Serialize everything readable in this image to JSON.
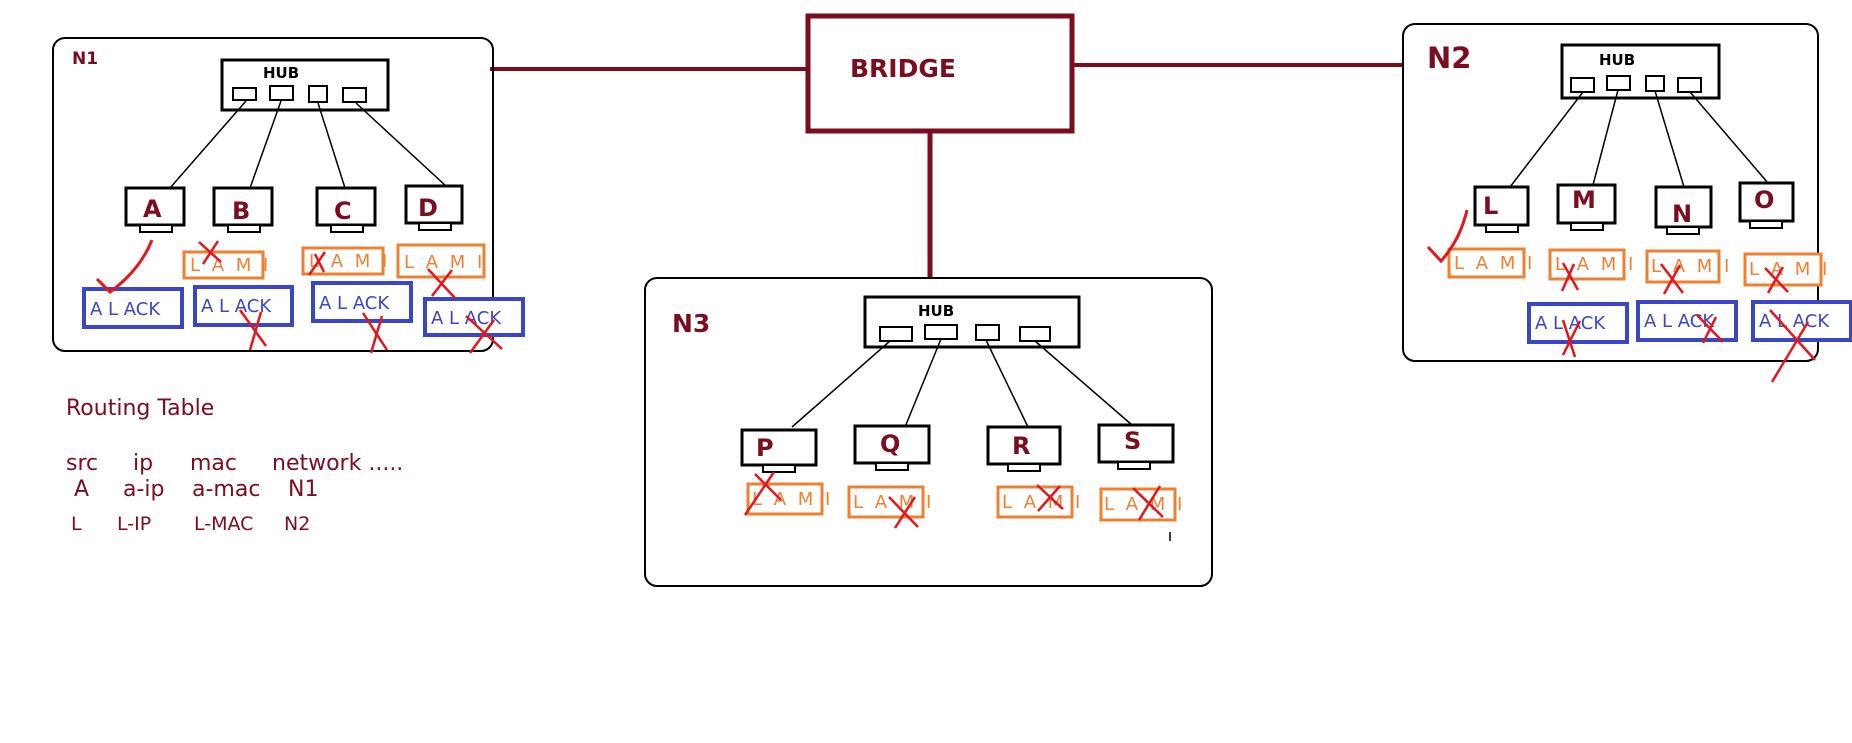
{
  "colors": {
    "dark_red": "#7b0d1e",
    "orange": "#f08030",
    "blue": "#3a46c8",
    "red_mark": "#e8141c",
    "black": "#000000"
  },
  "bridge": {
    "label": "BRIDGE"
  },
  "networks": {
    "n1": {
      "name": "N1",
      "hub": "HUB",
      "hosts": [
        "A",
        "B",
        "C",
        "D"
      ],
      "lami": [
        "L A M I",
        "L A M I",
        "L A M I"
      ],
      "acks": [
        "A L ACK",
        "A L ACK",
        "A L ACK",
        "A L ACK"
      ]
    },
    "n2": {
      "name": "N2",
      "hub": "HUB",
      "hosts": [
        "L",
        "M",
        "N",
        "O"
      ],
      "lami": [
        "L A M I",
        "L A M I",
        "L A M I",
        "L A M I"
      ],
      "acks": [
        "A L ACK",
        "A L ACK",
        "A L ACK"
      ]
    },
    "n3": {
      "name": "N3",
      "hub": "HUB",
      "hosts": [
        "P",
        "Q",
        "R",
        "S"
      ],
      "lami": [
        "L A M I",
        "L A M I",
        "L A M I",
        "L A M I"
      ]
    }
  },
  "routing_table": {
    "title": "Routing Table",
    "header": [
      "src",
      "ip",
      "mac",
      "network ....."
    ],
    "rows": [
      [
        "A",
        "a-ip",
        "a-mac",
        "N1"
      ],
      [
        "L",
        "L-IP",
        "L-MAC",
        "N2"
      ]
    ]
  }
}
